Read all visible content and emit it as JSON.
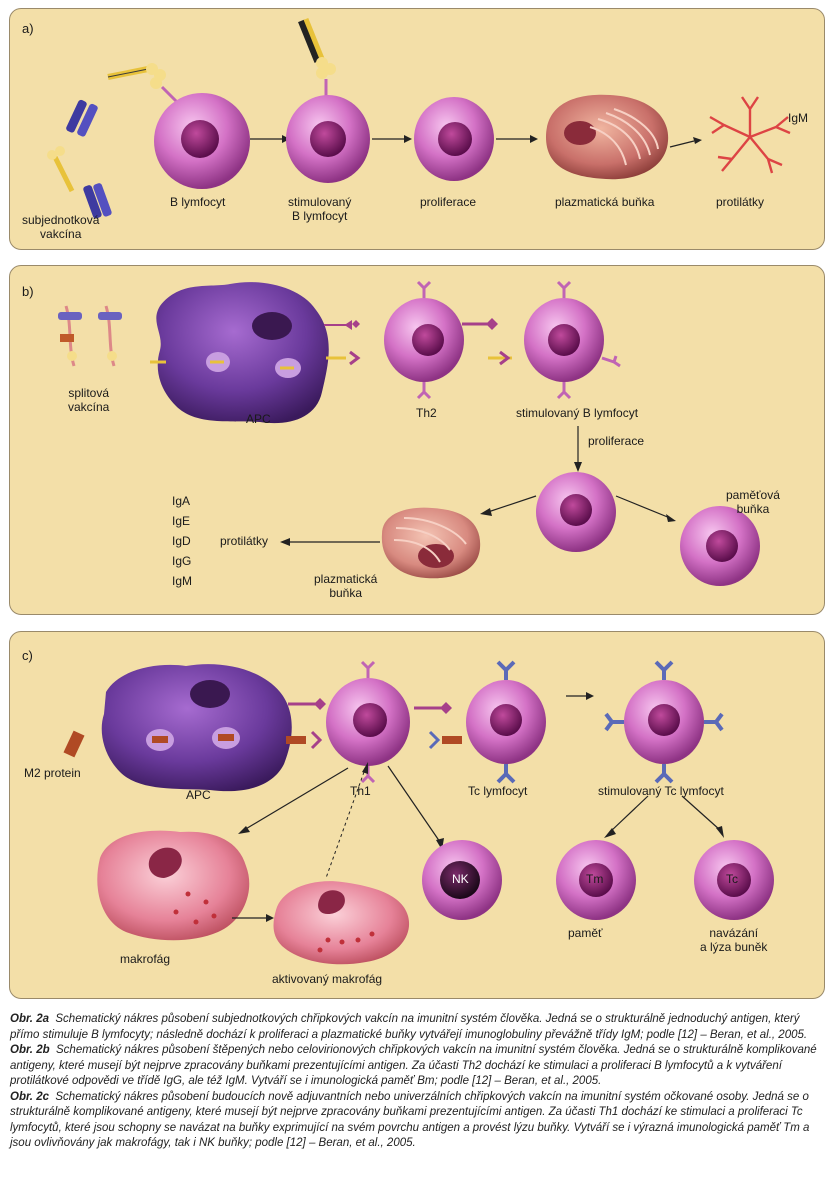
{
  "panel_a": {
    "letter": "a)",
    "labels": {
      "subunit_vaccine": "subjednotková\nvakcína",
      "b_lymphocyte": "B lymfocyt",
      "stimulated_b": "stimulovaný\nB lymfocyt",
      "proliferation": "proliferace",
      "plasma_cell": "plazmatická buňka",
      "antibodies": "protilátky",
      "igm": "IgM"
    }
  },
  "panel_b": {
    "letter": "b)",
    "labels": {
      "split_vaccine": "splitová\nvakcína",
      "apc": "APC",
      "th2": "Th2",
      "stimulated_b": "stimulovaný B lymfocyt",
      "proliferation": "proliferace",
      "memory_cell": "paměťová\nbuňka",
      "plasma_cell": "plazmatická\nbuňka",
      "antibodies": "protilátky",
      "igs": [
        "IgA",
        "IgE",
        "IgD",
        "IgG",
        "IgM"
      ]
    }
  },
  "panel_c": {
    "letter": "c)",
    "labels": {
      "m2_protein": "M2 protein",
      "apc": "APC",
      "th1": "Th1",
      "tc": "Tc lymfocyt",
      "stimulated_tc": "stimulovaný Tc lymfocyt",
      "macrophage": "makrofág",
      "activated_macrophage": "aktivovaný makrofág",
      "nk": "NK",
      "tm": "Tm",
      "tc_small": "Tc",
      "memory": "paměť",
      "binding": "navázání\na lýza buněk"
    }
  },
  "caption": {
    "a_tag": "Obr. 2a",
    "a_text": "Schematický nákres působení subjednotkových chřipkových vakcín na imunitní systém člověka. Jedná se o strukturálně jednoduchý antigen, který přímo stimuluje B lymfocyty; následně dochází k proliferaci a plazmatické buňky vytvářejí imunoglobuliny převážně třídy IgM; podle [12] – Beran, et al., 2005.",
    "b_tag": "Obr. 2b",
    "b_text": "Schematický nákres působení štěpených nebo celovirionových chřipkových vakcín na imunitní systém člověka. Jedná se o strukturálně komplikované antigeny, které musejí být nejprve zpracovány buňkami prezentujícími antigen. Za účasti Th2 dochází ke stimulaci a proliferaci B lymfocytů a k vytváření protilátkové odpovědi ve třídě IgG, ale též IgM. Vytváří se i imunologická paměť Bm; podle [12] – Beran, et al., 2005.",
    "c_tag": "Obr. 2c",
    "c_text": "Schematický nákres působení budoucích nově adjuvantních nebo univerzálních chřipkových vakcín na imunitní systém očkované osoby. Jedná se o strukturálně komplikované antigeny, které musejí být nejprve zpracovány buňkami prezentujícími antigen. Za účasti Th1 dochází ke stimulaci a proliferaci Tc lymfocytů, které jsou schopny se navázat na buňky exprimující na svém povrchu antigen a provést lýzu buňky. Vytváří se i výrazná imunologická paměť Tm a jsou ovlivňovány jak makrofágy, tak i NK buňky; podle [12] – Beran, et al., 2005."
  }
}
